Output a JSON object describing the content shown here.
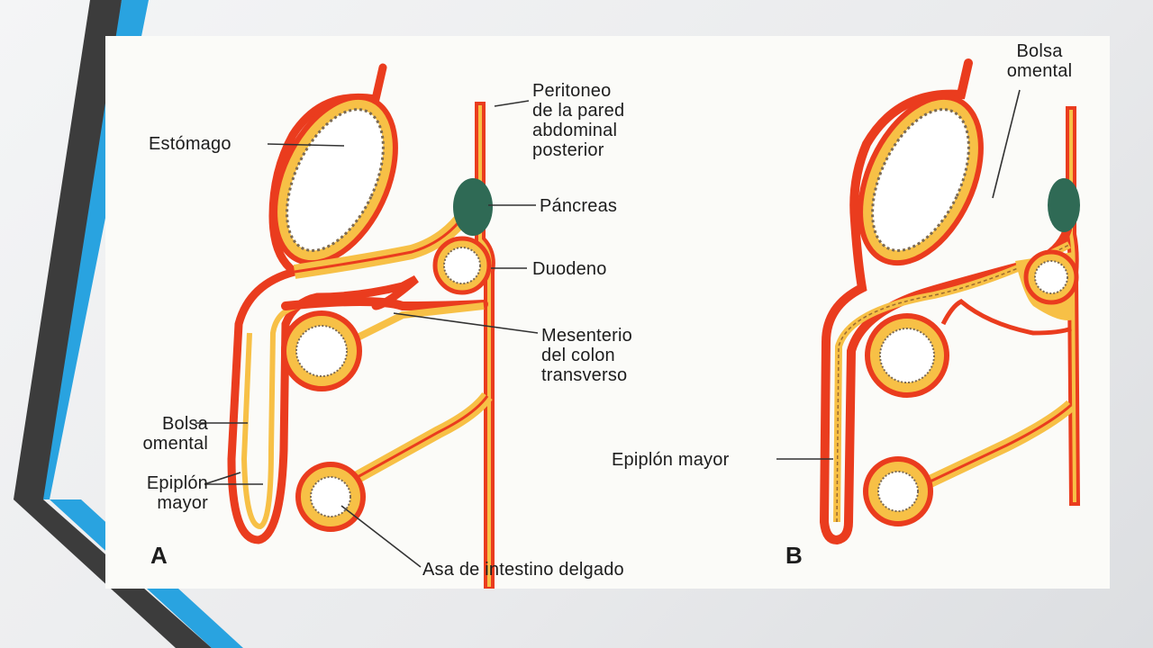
{
  "slide": {
    "accent_blue": "#29a3e0",
    "accent_dark": "#3c3c3c"
  },
  "colors": {
    "tissue_fill": "#f7c046",
    "peritoneum": "#ea3c1e",
    "pancreas": "#2f6a55",
    "lumen": "#ffffff"
  },
  "panel_a": {
    "letter": "A",
    "labels": {
      "estomago": "Estómago",
      "peritoneo": [
        "Peritoneo",
        "de la pared",
        "abdominal",
        "posterior"
      ],
      "pancreas": "Páncreas",
      "duodeno": "Duodeno",
      "mesenterio": [
        "Mesenterio",
        "del colon",
        "transverso"
      ],
      "bolsa_omental": [
        "Bolsa",
        "omental"
      ],
      "epiplon_mayor": [
        "Epiplón",
        "mayor"
      ],
      "asa_intestino": "Asa de intestino delgado"
    }
  },
  "panel_b": {
    "letter": "B",
    "labels": {
      "bolsa_omental": [
        "Bolsa",
        "omental"
      ],
      "epiplon_mayor": "Epiplón mayor"
    }
  }
}
